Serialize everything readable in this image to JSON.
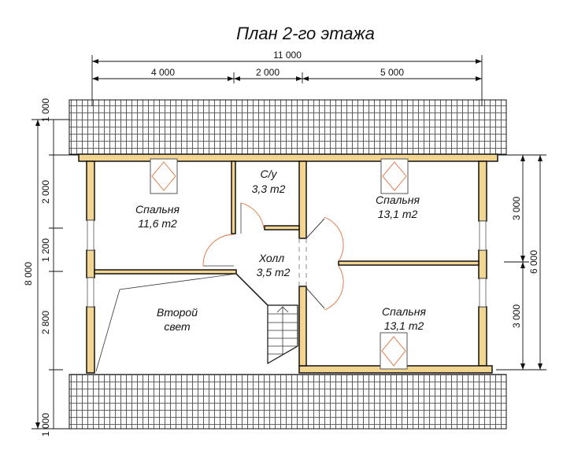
{
  "title": "План 2-го этажа",
  "dimensions": {
    "top_total": "11 000",
    "top_segments": [
      "4 000",
      "2 000",
      "5 000"
    ],
    "left_total": "8 000",
    "left_segments": [
      "1 000",
      "2 000",
      "1 200",
      "2 800",
      "1 000"
    ],
    "right_segments": [
      "3 000",
      "3 000"
    ],
    "right_total": "6 000"
  },
  "rooms": {
    "bedroom_left": {
      "name": "Спальня",
      "area": "11,6 m2"
    },
    "bathroom": {
      "name": "С/у",
      "area": "3,3 m2"
    },
    "bedroom_top_right": {
      "name": "Спальня",
      "area": "13,1 m2"
    },
    "hall": {
      "name": "Холл",
      "area": "3,5 m2"
    },
    "second_light": {
      "name": "Второй",
      "name2": "свет"
    },
    "bedroom_bottom_right": {
      "name": "Спальня",
      "area": "13,1 m2"
    }
  },
  "colors": {
    "wall": "#f3d592",
    "door": "#e0703a"
  }
}
